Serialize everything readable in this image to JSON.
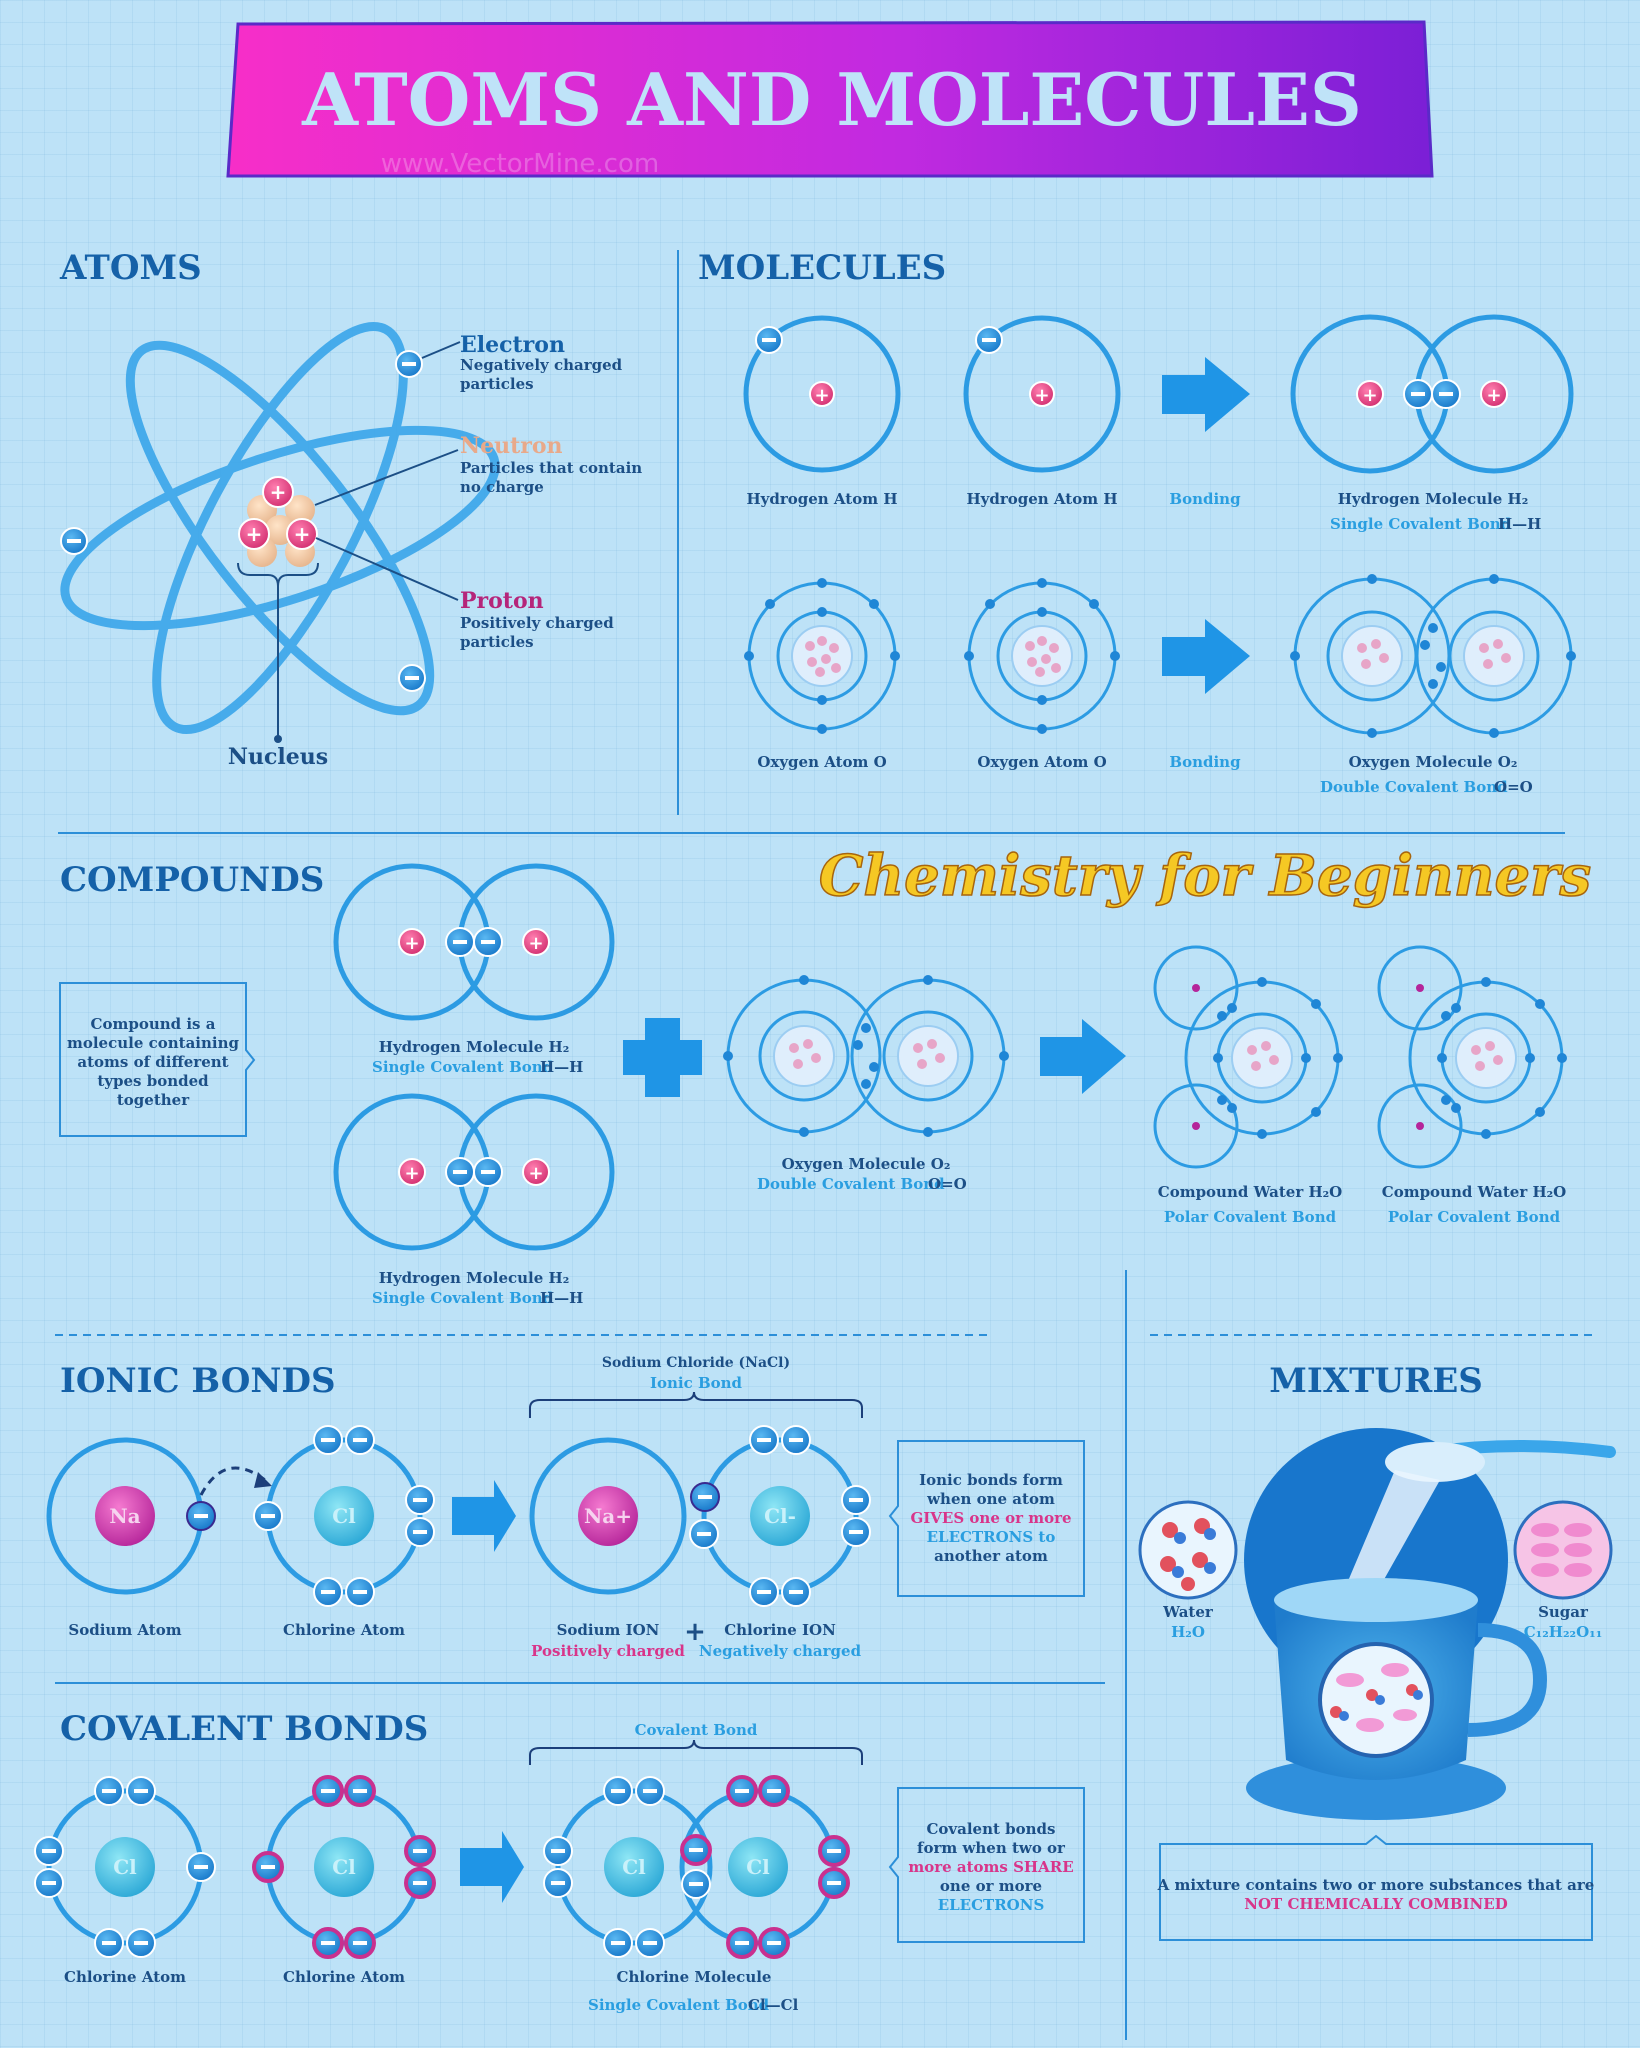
{
  "title": "ATOMS AND MOLECULES",
  "watermark": "www.VectorMine.com",
  "overlay_title": "Chemistry for Beginners",
  "atoms": {
    "heading": "ATOMS",
    "electron": {
      "title": "Electron",
      "desc1": "Negatively charged",
      "desc2": "particles"
    },
    "neutron": {
      "title": "Neutron",
      "desc1": "Particles that contain",
      "desc2": "no charge"
    },
    "proton": {
      "title": "Proton",
      "desc1": "Positively charged",
      "desc2": "particles"
    },
    "nucleus": "Nucleus"
  },
  "molecules": {
    "heading": "MOLECULES",
    "h_atom_1": "Hydrogen Atom H",
    "h_atom_2": "Hydrogen Atom H",
    "bonding_1": "Bonding",
    "h_molecule": "Hydrogen Molecule H₂",
    "h_bond": "Single Covalent Bond",
    "h_formula": "H—H",
    "o_atom_1": "Oxygen Atom O",
    "o_atom_2": "Oxygen Atom O",
    "bonding_2": "Bonding",
    "o_molecule": "Oxygen Molecule O₂",
    "o_bond": "Double Covalent Bond",
    "o_formula": "O=O"
  },
  "compounds": {
    "heading": "COMPOUNDS",
    "note": [
      "Compound is a",
      "molecule containing",
      "atoms of different",
      "types bonded",
      "together"
    ],
    "h_molecule_1": "Hydrogen Molecule H₂",
    "h_bond_1": "Single Covalent Bond",
    "h_formula_1": "H—H",
    "h_molecule_2": "Hydrogen Molecule H₂",
    "h_bond_2": "Single Covalent Bond",
    "h_formula_2": "H—H",
    "o_molecule": "Oxygen Molecule O₂",
    "o_bond": "Double Covalent Bond",
    "o_formula": "O=O",
    "water_1": "Compound Water H₂O",
    "water_bond_1": "Polar Covalent Bond",
    "water_2": "Compound Water H₂O",
    "water_bond_2": "Polar Covalent Bond"
  },
  "ionic": {
    "heading": "IONIC BONDS",
    "group_title": "Sodium Chloride (NaCl)",
    "group_sub": "Ionic Bond",
    "na": "Na",
    "cl": "Cl",
    "na_ion": "Na+",
    "cl_ion": "Cl-",
    "sodium_atom": "Sodium Atom",
    "chlorine_atom": "Chlorine Atom",
    "sodium_ion": "Sodium ION",
    "sodium_ion_sub": "Positively charged",
    "chlorine_ion": "Chlorine ION",
    "chlorine_ion_sub": "Negatively charged",
    "note": [
      "Ionic bonds form",
      "when one atom",
      "GIVES one or more",
      "ELECTRONS to",
      "another atom"
    ]
  },
  "covalent": {
    "heading": "COVALENT BONDS",
    "group_title": "Covalent Bond",
    "cl": "Cl",
    "atom_1": "Chlorine Atom",
    "atom_2": "Chlorine Atom",
    "molecule": "Chlorine Molecule",
    "bond": "Single Covalent Bond",
    "formula": "Cl—Cl",
    "note": [
      "Covalent bonds",
      "form when two or",
      "more atoms SHARE",
      "one or more",
      "ELECTRONS"
    ]
  },
  "mixtures": {
    "heading": "MIXTURES",
    "water": "Water",
    "water_formula": "H₂O",
    "sugar": "Sugar",
    "sugar_formula": "C₁₂H₂₂O₁₁",
    "note_1": "A mixture contains two or more substances that are",
    "note_2": "NOT CHEMICALLY COMBINED"
  },
  "colors": {
    "heading": "#1561a8",
    "orbit": "#2c9be3",
    "electron": "#1f86d6",
    "proton": "#e0457f",
    "neutron": "#f0c9a8",
    "accent_pink": "#d8358a",
    "overlay_title": "#f5c824",
    "banner_left": "#f72ec8",
    "banner_right": "#7b1fd6"
  }
}
